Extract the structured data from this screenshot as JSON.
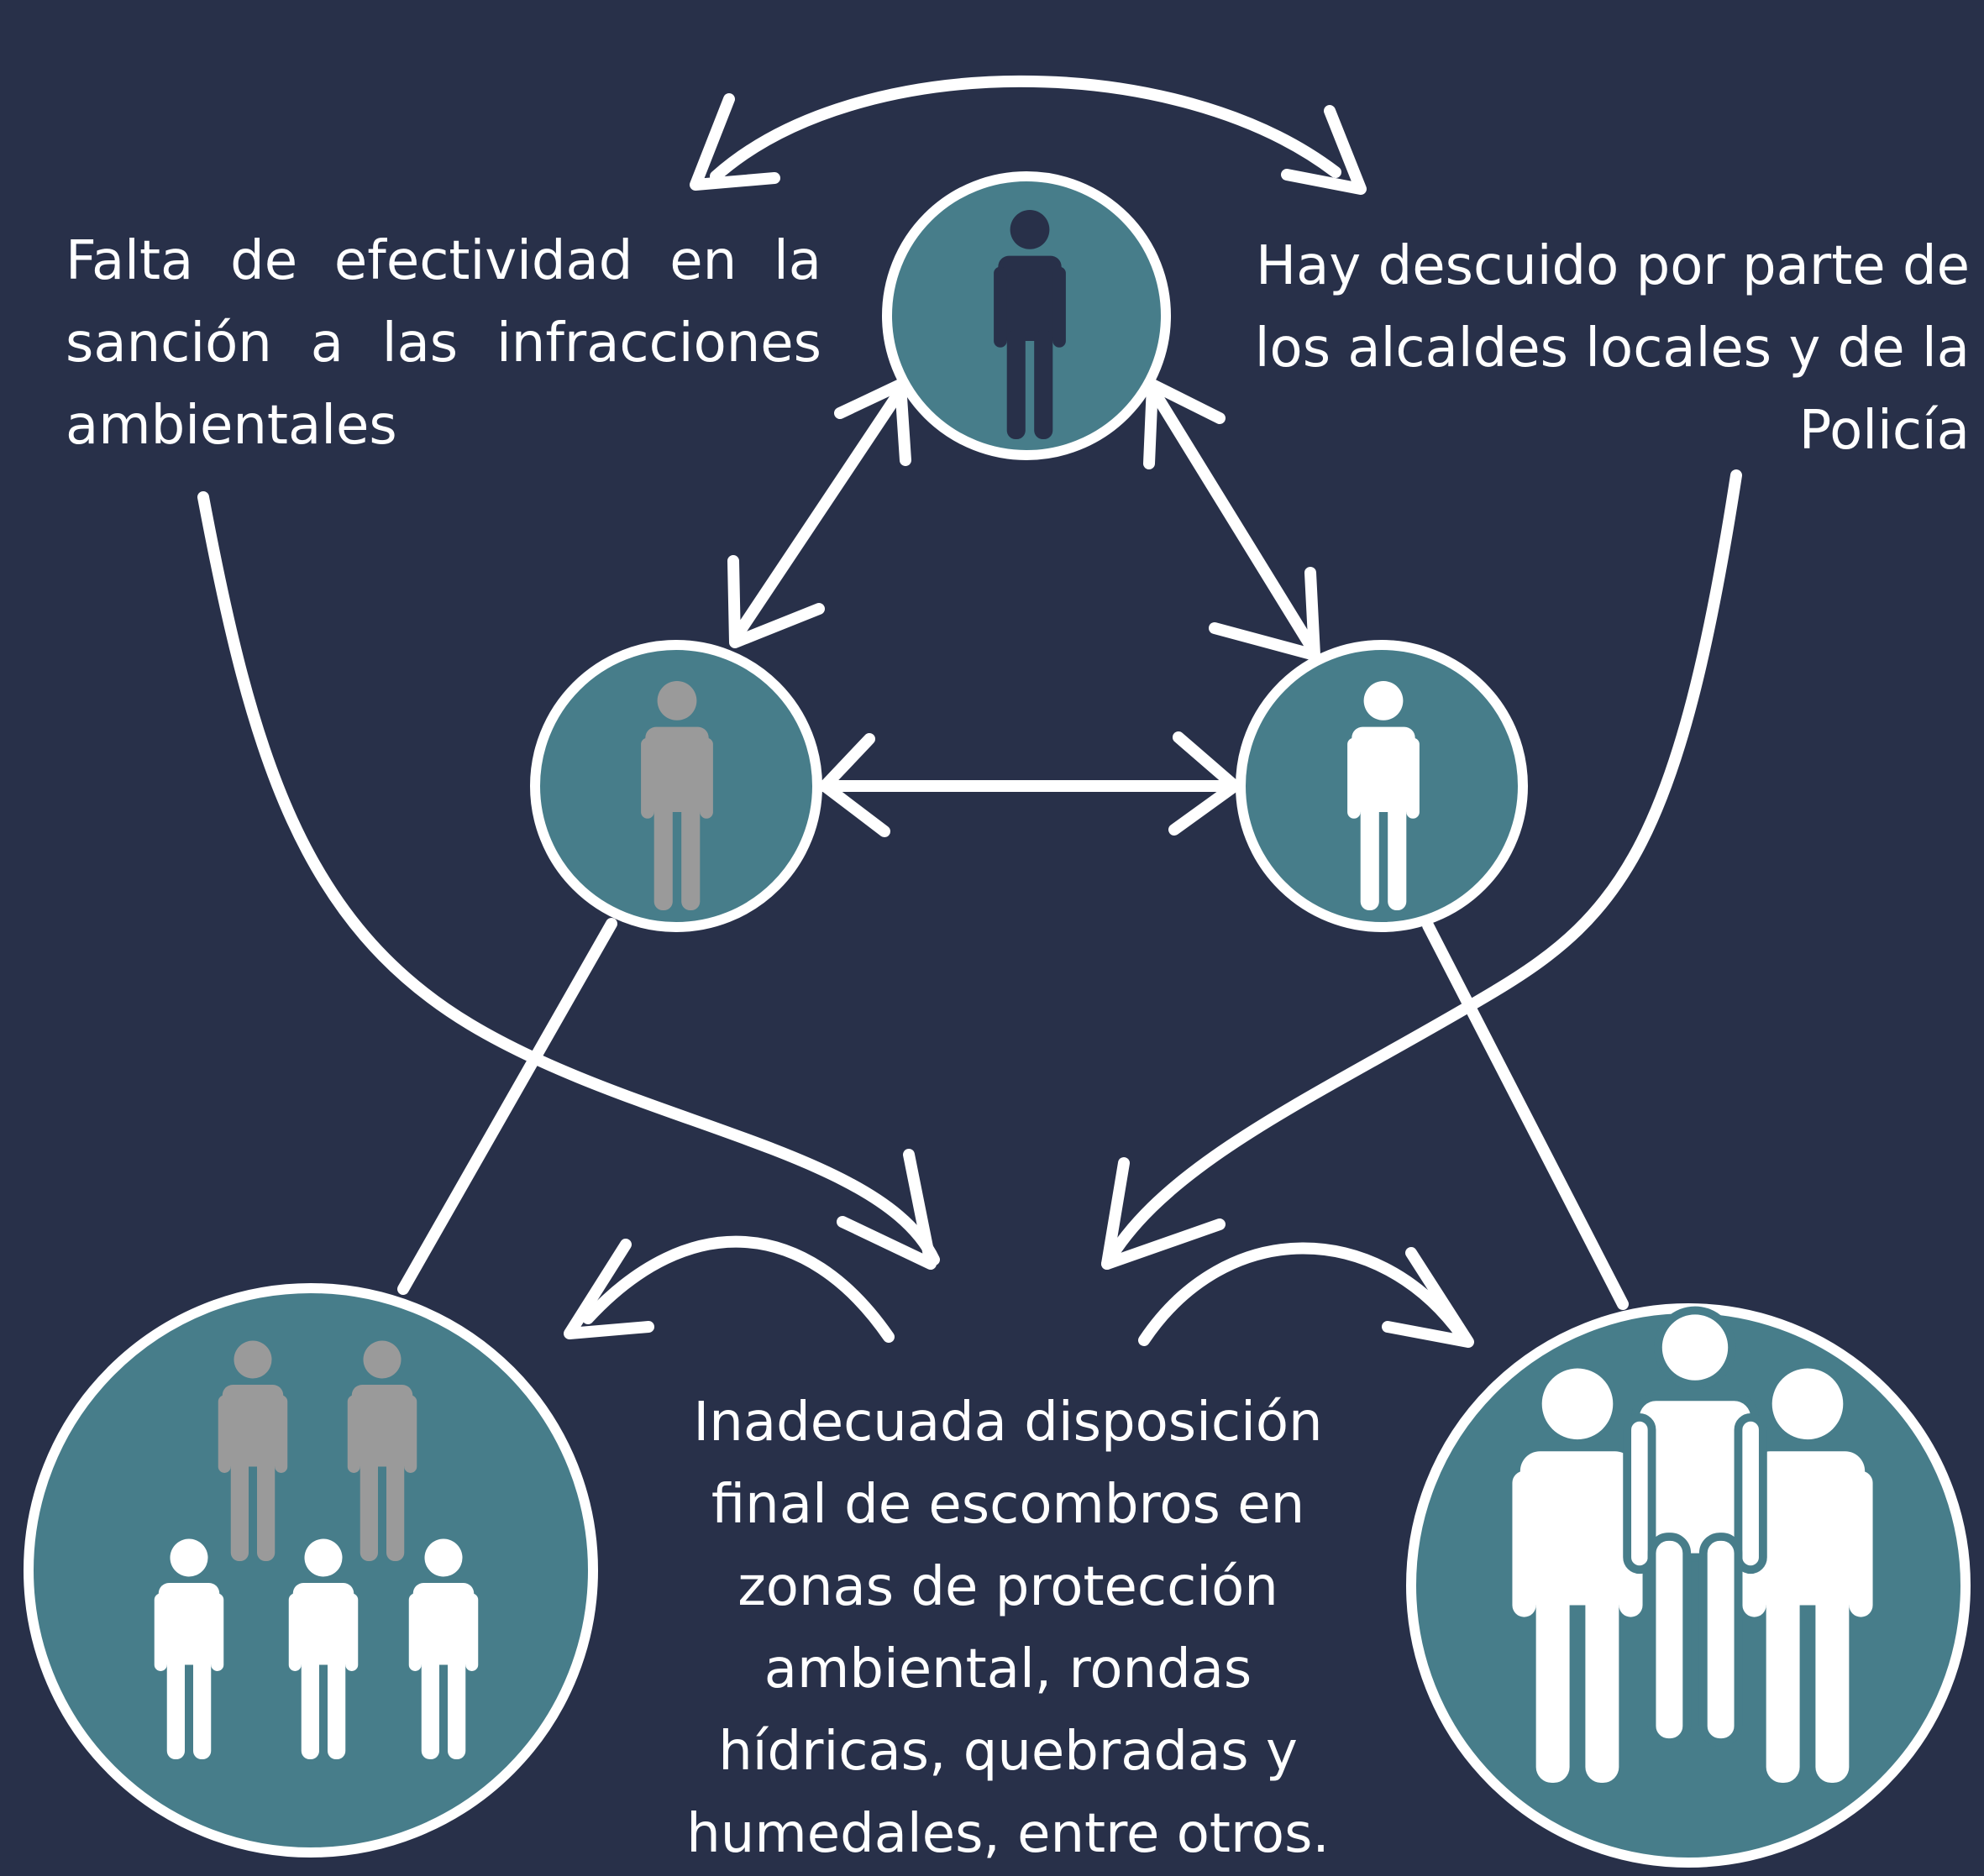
{
  "texts": {
    "left": "Falta de efectividad en la sanción a las infracciones ambientales",
    "right": "Hay descuido por parte de los alcaldes locales y de la Policía",
    "bottom": "Inadecuada disposición final de escombros en zonas de protección ambiental, rondas hídricas, quebradas y humedales, entre otros."
  },
  "colors": {
    "background": "#283049",
    "circle_fill": "#477d8a",
    "line": "#ffffff",
    "figure_navy": "#283049",
    "figure_gray": "#9a9a9a",
    "figure_white": "#ffffff"
  },
  "nodes": [
    {
      "id": "top",
      "figures": [
        "navy"
      ]
    },
    {
      "id": "middle-left",
      "figures": [
        "gray"
      ]
    },
    {
      "id": "middle-right",
      "figures": [
        "white"
      ]
    },
    {
      "id": "bottom-left",
      "figures": [
        "gray",
        "gray",
        "white",
        "white",
        "white"
      ]
    },
    {
      "id": "bottom-right",
      "figures": [
        "white",
        "white",
        "white"
      ]
    }
  ]
}
